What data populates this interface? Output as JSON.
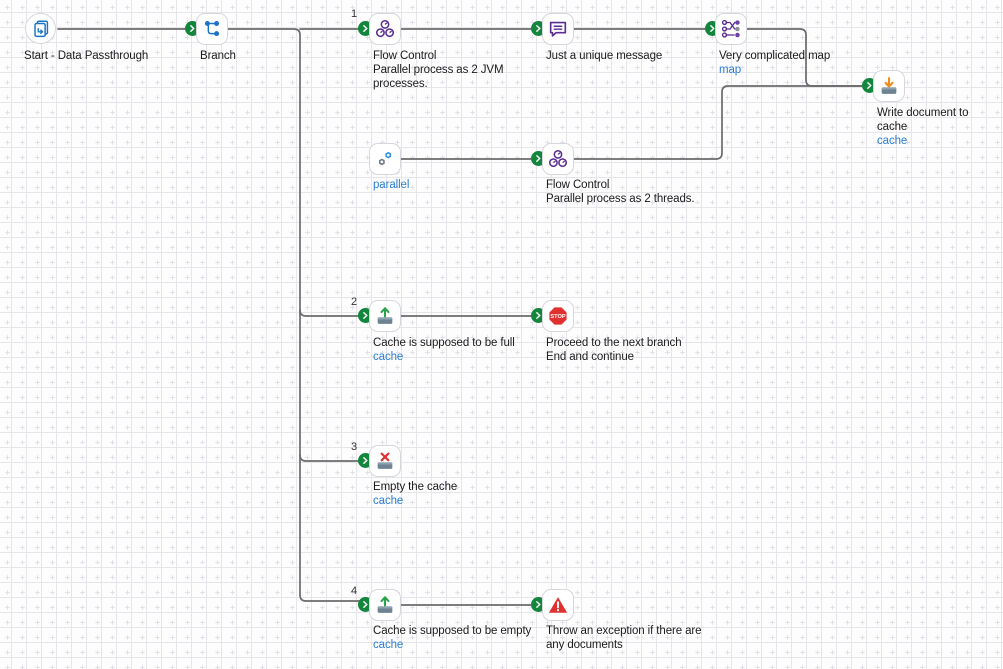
{
  "canvas": {
    "background_color": "#fdfdfd",
    "grid_color": "#e7e4ea",
    "edge_color": "#6b6b6b",
    "badge_color": "#13863d",
    "link_color": "#2a7fd4",
    "text_color": "#1c1c1c"
  },
  "nodes": [
    {
      "id": "start",
      "icon": "documents-passthrough-icon",
      "label": "Start - Data Passthrough",
      "sublabel": ""
    },
    {
      "id": "branch",
      "icon": "branch-icon",
      "label": "Branch",
      "sublabel": ""
    },
    {
      "id": "flow-control-jvm",
      "icon": "flow-control-icon",
      "label": "Flow Control\nParallel process as 2 JVM\nprocesses.",
      "sublabel": ""
    },
    {
      "id": "unique-message",
      "icon": "message-icon",
      "label": "Just a unique message",
      "sublabel": ""
    },
    {
      "id": "complicated-map",
      "icon": "map-icon",
      "label": "Very complicated map",
      "sublabel": "map"
    },
    {
      "id": "write-document-to-cache",
      "icon": "cache-write-icon",
      "label": "Write document to\ncache",
      "sublabel": "cache"
    },
    {
      "id": "parallel",
      "icon": "parallel-icon",
      "label": "",
      "sublabel": "parallel"
    },
    {
      "id": "flow-control-threads",
      "icon": "flow-control-icon",
      "label": "Flow Control\nParallel process as 2 threads.",
      "sublabel": ""
    },
    {
      "id": "cache-full",
      "icon": "cache-read-icon",
      "label": "Cache is supposed to be full",
      "sublabel": "cache"
    },
    {
      "id": "stop-continue",
      "icon": "stop-icon",
      "label": "Proceed to the next branch\nEnd and continue",
      "sublabel": ""
    },
    {
      "id": "empty-cache",
      "icon": "cache-clear-icon",
      "label": "Empty the cache",
      "sublabel": "cache"
    },
    {
      "id": "cache-empty",
      "icon": "cache-read-icon",
      "label": "Cache is supposed to be empty",
      "sublabel": "cache"
    },
    {
      "id": "throw-exception",
      "icon": "warning-icon",
      "label": "Throw an exception if there are\nany documents",
      "sublabel": ""
    }
  ],
  "branch_numbers": [
    "1",
    "2",
    "3",
    "4"
  ]
}
